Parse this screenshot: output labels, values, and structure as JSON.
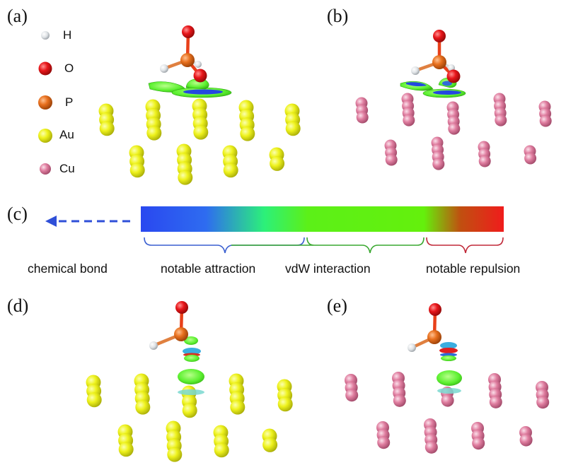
{
  "panels": {
    "a": {
      "label": "(a)",
      "substrate": "Au"
    },
    "b": {
      "label": "(b)",
      "substrate": "Cu"
    },
    "c": {
      "label": "(c)"
    },
    "d": {
      "label": "(d)",
      "substrate": "Au"
    },
    "e": {
      "label": "(e)",
      "substrate": "Cu"
    }
  },
  "legend": [
    {
      "element": "H",
      "color": "#dfe3e6"
    },
    {
      "element": "O",
      "color": "#e8161a"
    },
    {
      "element": "P",
      "color": "#e8701e"
    },
    {
      "element": "Au",
      "color": "#eef21c"
    },
    {
      "element": "Cu",
      "color": "#e07ea0"
    }
  ],
  "colors": {
    "gold": "#eef21c",
    "copper": "#e07ea0",
    "oxygen": "#e8161a",
    "phosphorus": "#e8701e",
    "hydrogen": "#dfe3e6",
    "isosurface_green": "#5cf030",
    "isosurface_blue": "#2448e0",
    "isosurface_cyan": "#3aaee0",
    "arrow": "#2f4fd8",
    "brace_attraction": "#3a5fd0",
    "brace_vdw": "#3aa830",
    "brace_repulsion": "#c02838"
  },
  "scale_bar": {
    "gradient_stops": [
      "#2a48f0",
      "#2e6cf0",
      "#2cf07a",
      "#5cf018",
      "#64f00c",
      "#c05010",
      "#f01c1c"
    ],
    "regions": [
      {
        "label": "chemical bond"
      },
      {
        "label": "notable attraction",
        "color": "#3a5fd0"
      },
      {
        "label": "vdW interaction",
        "color": "#3aa830"
      },
      {
        "label": "notable repulsion",
        "color": "#c02838"
      }
    ]
  }
}
